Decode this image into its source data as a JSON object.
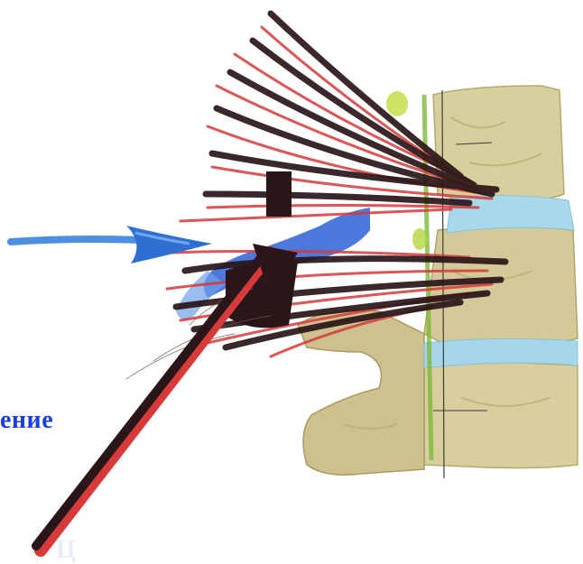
{
  "figure": {
    "caption_text": "ение",
    "bottom_fragment_text": "Ц",
    "colors": {
      "nerve_fiber_red": "#d63a3a",
      "nerve_fiber_dark": "#2a1618",
      "vessel_blue": "#2f62d6",
      "arrow_blue": "#2f7ed8",
      "bone": "#d9cf9c",
      "bone_shadow": "#b8ab74",
      "disc": "#a9d8ea",
      "cord_green": "#7dbb3c",
      "caption_blue": "#1a3fe0"
    },
    "icons": [
      "spine-segment-illustration",
      "blue-pointer-arrow",
      "black-red-needle"
    ]
  }
}
